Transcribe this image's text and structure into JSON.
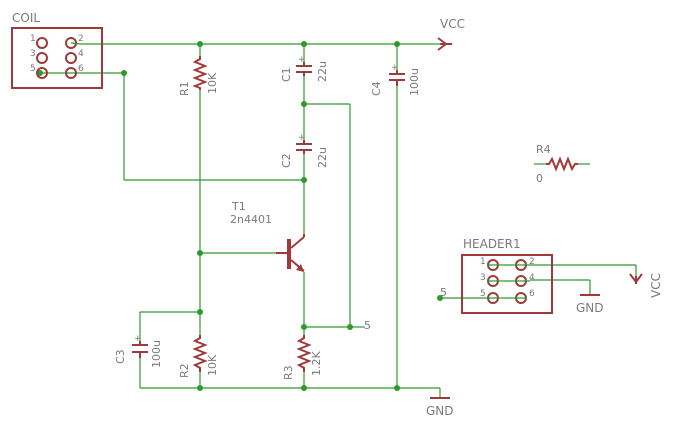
{
  "coil": {
    "name": "COIL",
    "pins": [
      "1",
      "2",
      "3",
      "4",
      "5",
      "6"
    ]
  },
  "header1": {
    "name": "HEADER1",
    "pins": [
      "1",
      "2",
      "3",
      "4",
      "5",
      "6"
    ]
  },
  "r1": {
    "name": "R1",
    "value": "10K"
  },
  "r2": {
    "name": "R2",
    "value": "10K"
  },
  "r3": {
    "name": "R3",
    "value": "1.2K"
  },
  "r4": {
    "name": "R4",
    "value": "0"
  },
  "c1": {
    "name": "C1",
    "value": "22u"
  },
  "c2": {
    "name": "C2",
    "value": "22u"
  },
  "c3": {
    "name": "C3",
    "value": "100u"
  },
  "c4": {
    "name": "C4",
    "value": "100u"
  },
  "t1": {
    "name": "T1",
    "value": "2n4401"
  },
  "supply": {
    "vcc": "VCC",
    "gnd": "GND"
  },
  "nets": {
    "n5": "5"
  },
  "colors": {
    "wire": "#2e9a2e",
    "component": "#a03a3a",
    "label": "#7a7a7a",
    "background": "#ffffff"
  }
}
